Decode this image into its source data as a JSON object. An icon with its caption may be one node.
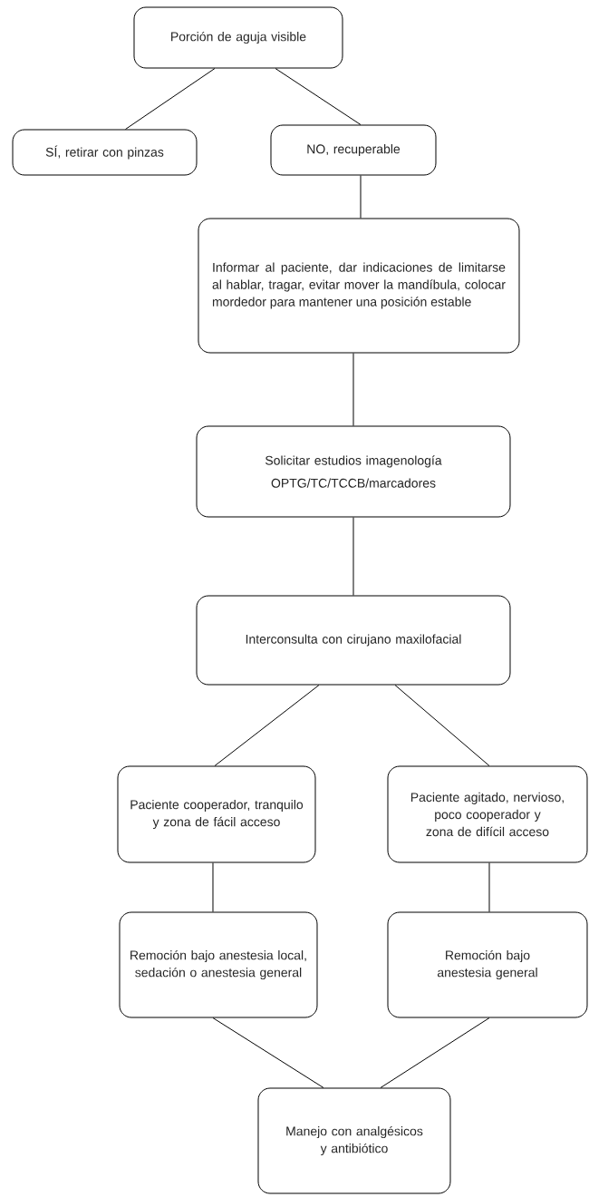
{
  "diagram": {
    "nodes": [
      {
        "text": [
          "Porción de aguja visible"
        ]
      },
      {
        "text": [
          "SÍ, retirar con pinzas"
        ]
      },
      {
        "text": [
          "NO, recuperable"
        ]
      },
      {
        "text": [
          "Informar al paciente, dar indicaciones de limitarse al hablar, tragar, evitar mover la mandíbula, colocar mordedor para mantener una posición estable"
        ]
      },
      {
        "text": [
          "Solicitar estudios imagenología",
          "OPTG/TC/TCCB/marcadores"
        ]
      },
      {
        "text": [
          "Interconsulta con cirujano maxilofacial"
        ]
      },
      {
        "text": [
          "Paciente cooperador, tranquilo y zona de fácil acceso"
        ]
      },
      {
        "text": [
          "Paciente agitado, nervioso, poco cooperador y zona de difícil acceso"
        ]
      },
      {
        "text": [
          "Remoción bajo anestesia local, sedación o anestesia general"
        ]
      },
      {
        "text": [
          "Remoción bajo anestesia general"
        ]
      },
      {
        "text": [
          "Manejo con analgésicos y antibiótico"
        ]
      }
    ],
    "edges": [
      {
        "from": 0,
        "to": 1,
        "arrow": "none"
      },
      {
        "from": 0,
        "to": 2,
        "arrow": "none"
      },
      {
        "from": 2,
        "to": 3,
        "arrow": "none"
      },
      {
        "from": 3,
        "to": 4,
        "arrow": "none"
      },
      {
        "from": 4,
        "to": 5,
        "arrow": "none"
      },
      {
        "from": 5,
        "to": 6,
        "arrow": "none"
      },
      {
        "from": 5,
        "to": 7,
        "arrow": "none"
      },
      {
        "from": 6,
        "to": 8,
        "arrow": "none"
      },
      {
        "from": 7,
        "to": 9,
        "arrow": "none"
      },
      {
        "from": 8,
        "to": 10,
        "arrow": "none"
      },
      {
        "from": 9,
        "to": 10,
        "arrow": "none"
      }
    ]
  }
}
